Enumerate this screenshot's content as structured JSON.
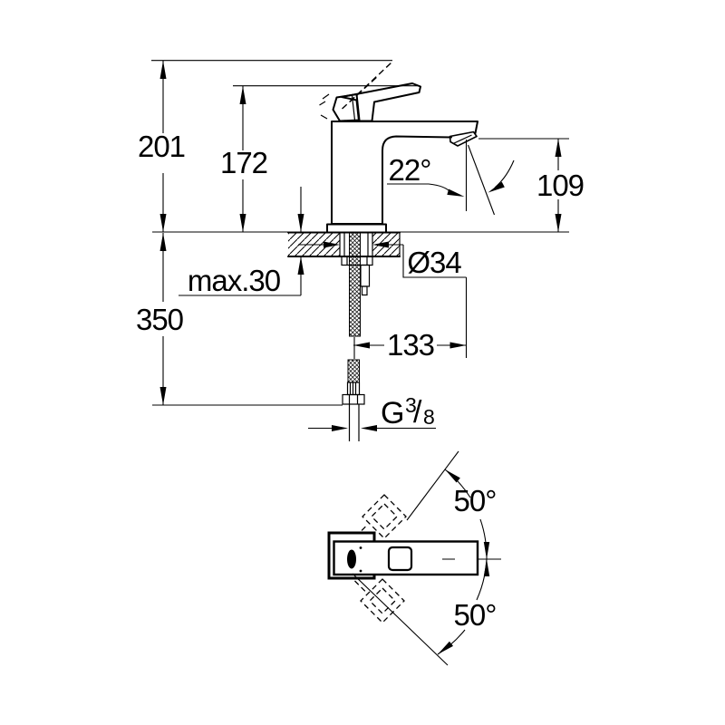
{
  "drawing": {
    "labels": {
      "overall_height": "201",
      "lever_height": "172",
      "spout_angle": "22°",
      "outlet_height": "109",
      "deck_thickness": "max.30",
      "hole_diameter": "Ø34",
      "below_deck_length": "350",
      "spout_projection": "133",
      "thread_prefix": "G",
      "thread_numerator": "3",
      "thread_slash": "/",
      "thread_denominator": "8",
      "swivel_angle_upper": "50°",
      "swivel_angle_lower": "50°"
    },
    "colors": {
      "line": "#000000",
      "background": "#ffffff"
    }
  }
}
